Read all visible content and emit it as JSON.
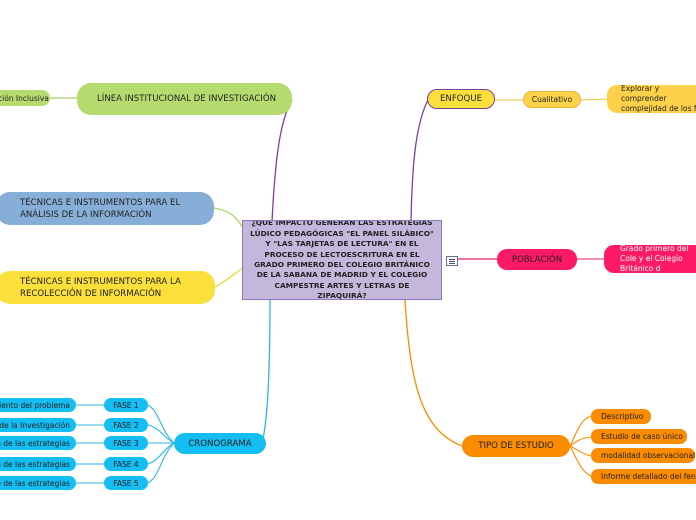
{
  "central_topic": "¿QUÉ IMPACTO GENERAN LAS ESTRATEGIAS LÚDICO PEDAGÓGICAS \"EL PANEL SILÁBICO\" Y \"LAS TARJETAS DE LECTURA\" EN EL PROCESO DE LECTOESCRITURA EN EL GRADO PRIMERO DEL COLEGIO BRITÁNICO DE LA SABANA DE MADRID Y EL COLEGIO CAMPESTRE ARTES Y LETRAS DE ZIPAQUIRÁ?",
  "left_branches": {
    "linea": "LÍNEA INSTITUCIONAL DE INVESTIGACIÓN",
    "linea_child": "ción Inclusiva",
    "tecnicas_analisis": "TÉCNICAS E INSTRUMENTOS PARA EL ANÁLISIS DE LA INFORMACIÓN",
    "tecnicas_recoleccion": "TÉCNICAS E INSTRUMENTOS PARA LA RECOLECCIÓN DE INFORMACIÓN",
    "cronograma": "CRONOGRAMA",
    "fases": [
      {
        "label": "FASE 1",
        "desc": "miento del problema"
      },
      {
        "label": "FASE 2",
        "desc": "de la Investigación"
      },
      {
        "label": "FASE 3",
        "desc": "n de las estrategias"
      },
      {
        "label": "FASE 4",
        "desc": "n de las estrategias"
      },
      {
        "label": "FASE 5",
        "desc": "o de las estrategias"
      }
    ]
  },
  "right_branches": {
    "enfoque": "ENFOQUE",
    "cualitativo": "Cualitativo",
    "enfoque_desc": "Explorar y comprender complejidad de los fen",
    "poblacion": "POBLACIÓN",
    "poblacion_desc": "Grado primero del Cole y el Colegio Británico d",
    "tipo": "TIPO DE ESTUDIO",
    "tipo_items": [
      "Descriptivo",
      "Estudio de caso único",
      "modalidad observacional",
      "Informe detallado del fenó"
    ]
  },
  "colors": {
    "center": "#c3b7dc",
    "purple_line": "#7b3fa0",
    "green": "#b5db6e",
    "blue": "#86aed6",
    "yellow": "#fbe03c",
    "cyan": "#14bdf2",
    "orange": "#fb8c00",
    "red": "#ff1a66",
    "light_yellow": "#fdd24a"
  }
}
